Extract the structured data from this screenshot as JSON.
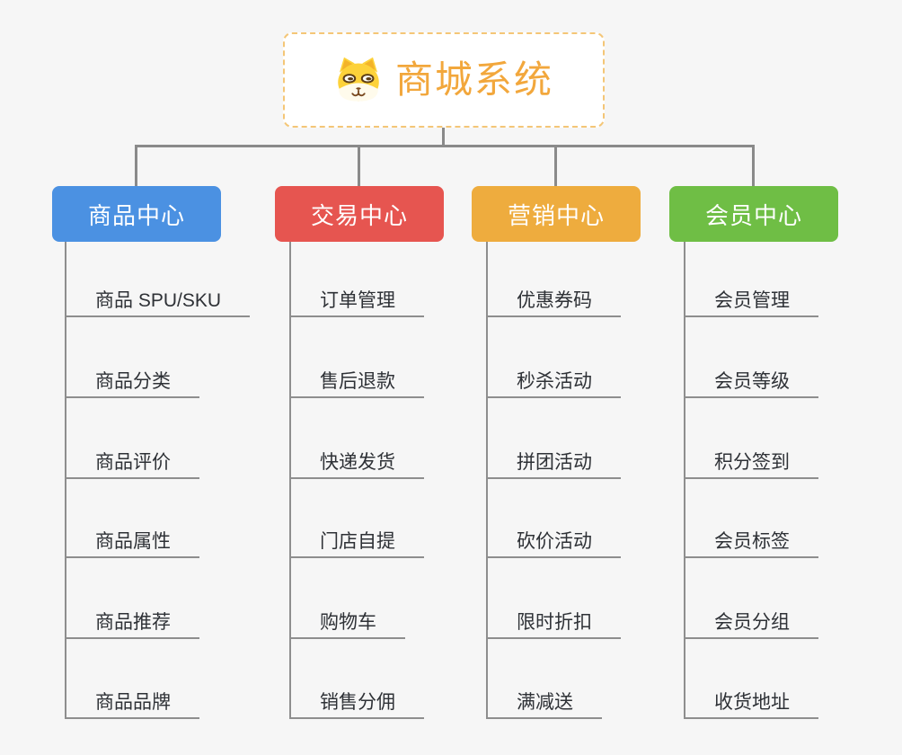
{
  "canvas": {
    "background_color": "#f6f6f6",
    "connector_color": "#8a8a8a",
    "underline_color": "#8e8e8e",
    "subtopic_text_color": "#2e3136"
  },
  "root": {
    "title": "商城系统",
    "icon": "dog-face-icon",
    "text_color": "#f2a73c",
    "border_color": "#f4c677",
    "fill_color": "#ffffff"
  },
  "branches": [
    {
      "label": "商品中心",
      "color": "#4b91e2",
      "children": [
        "商品 SPU/SKU",
        "商品分类",
        "商品评价",
        "商品属性",
        "商品推荐",
        "商品品牌"
      ]
    },
    {
      "label": "交易中心",
      "color": "#e65550",
      "children": [
        "订单管理",
        "售后退款",
        "快递发货",
        "门店自提",
        "购物车",
        "销售分佣"
      ]
    },
    {
      "label": "营销中心",
      "color": "#eeac3e",
      "children": [
        "优惠券码",
        "秒杀活动",
        "拼团活动",
        "砍价活动",
        "限时折扣",
        "满减送"
      ]
    },
    {
      "label": "会员中心",
      "color": "#6fbe45",
      "children": [
        "会员管理",
        "会员等级",
        "积分签到",
        "会员标签",
        "会员分组",
        "收货地址"
      ]
    }
  ]
}
